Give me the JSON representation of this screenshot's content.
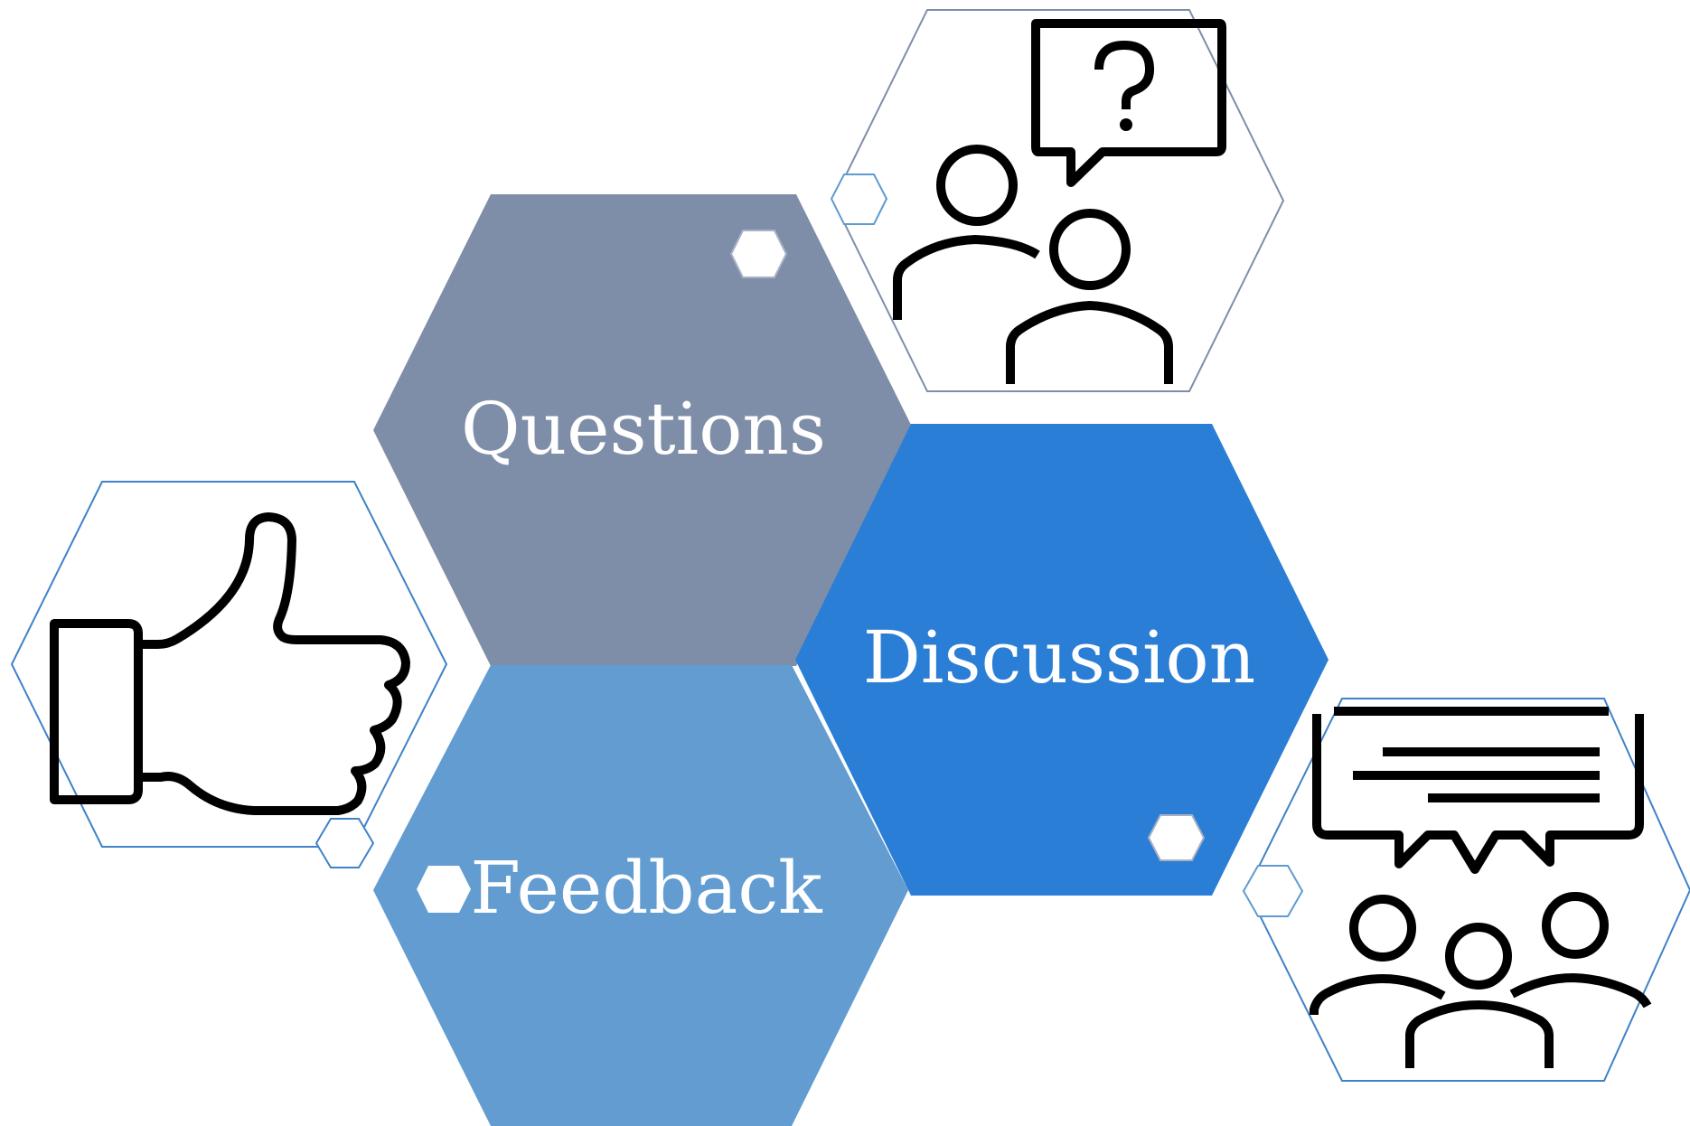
{
  "diagram": {
    "colors": {
      "questions_fill": "#7f8ea8",
      "discussion_fill": "#2b7ed6",
      "feedback_fill": "#629cd1",
      "outline_slate": "#7f8ea8",
      "outline_blue": "#3f82c8",
      "icon_stroke": "#000000",
      "label_text": "#ffffff"
    },
    "hexagons": [
      {
        "id": "questions",
        "label": "Questions"
      },
      {
        "id": "discussion",
        "label": "Discussion"
      },
      {
        "id": "feedback",
        "label": "Feedback"
      }
    ],
    "icons": [
      {
        "id": "people-question",
        "icon": "people-with-question-bubble-icon"
      },
      {
        "id": "thumbs-up",
        "icon": "thumbs-up-icon"
      },
      {
        "id": "group-chat",
        "icon": "group-discussion-icon"
      }
    ]
  }
}
